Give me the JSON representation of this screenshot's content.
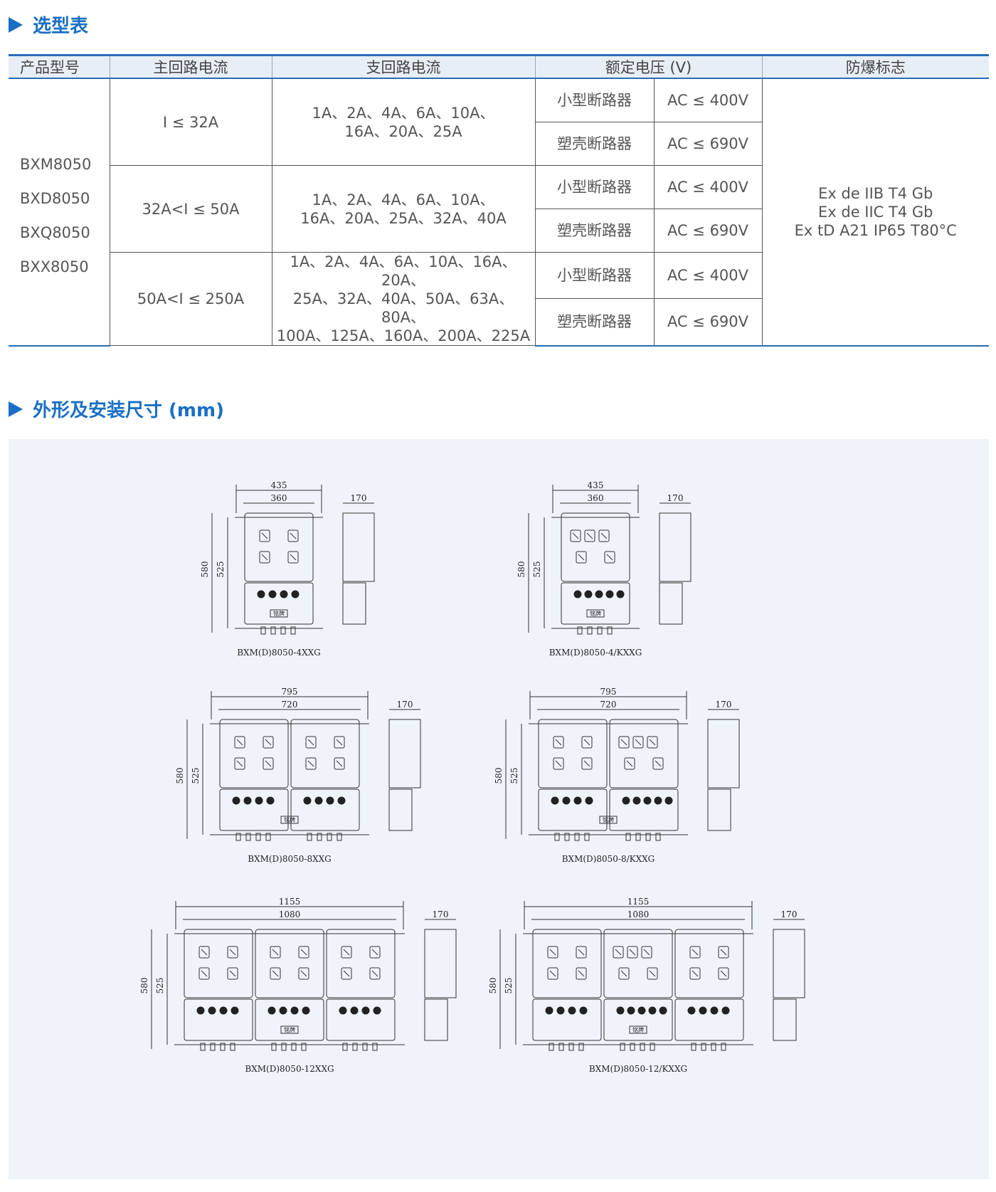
{
  "section1": {
    "title": "选型表"
  },
  "section2": {
    "title": "外形及安装尺寸 (mm)"
  },
  "table": {
    "headers": [
      "产品型号",
      "主回路电流",
      "支回路电流",
      "额定电压 (V)",
      "防爆标志"
    ],
    "models": [
      "BXM8050",
      "BXD8050",
      "BXQ8050",
      "BXX8050"
    ],
    "groups": [
      {
        "main": "I ≤ 32A",
        "branch_lines": [
          "1A、2A、4A、6A、10A、",
          "16A、20A、25A"
        ]
      },
      {
        "main": "32A<I ≤ 50A",
        "branch_lines": [
          "1A、2A、4A、6A、10A、",
          "16A、20A、25A、32A、40A"
        ]
      },
      {
        "main": "50A<I ≤ 250A",
        "branch_lines": [
          "1A、2A、4A、6A、10A、16A、20A、",
          "25A、32A、40A、50A、63A、80A、",
          "100A、125A、160A、200A、225A"
        ]
      }
    ],
    "breakers": [
      {
        "type": "小型断路器",
        "voltage": "AC ≤ 400V"
      },
      {
        "type": "塑壳断路器",
        "voltage": "AC ≤ 690V"
      }
    ],
    "ex_marks": [
      "Ex de IIB T4 Gb",
      "Ex de IIC T4 Gb",
      "Ex tD A21 IP65 T80°C"
    ]
  },
  "drawings": [
    {
      "caption": "BXM(D)8050-4XXG",
      "overall": "435",
      "mount": "360",
      "height": "580",
      "mount_h": "525",
      "depth": "170",
      "modules": 1,
      "special": false
    },
    {
      "caption": "BXM(D)8050-4/KXXG",
      "overall": "435",
      "mount": "360",
      "height": "580",
      "mount_h": "525",
      "depth": "170",
      "modules": 1,
      "special": true
    },
    {
      "caption": "BXM(D)8050-8XXG",
      "overall": "795",
      "mount": "720",
      "height": "580",
      "mount_h": "525",
      "depth": "170",
      "modules": 2,
      "special": false
    },
    {
      "caption": "BXM(D)8050-8/KXXG",
      "overall": "795",
      "mount": "720",
      "height": "580",
      "mount_h": "525",
      "depth": "170",
      "modules": 2,
      "special": true
    },
    {
      "caption": "BXM(D)8050-12XXG",
      "overall": "1155",
      "mount": "1080",
      "height": "580",
      "mount_h": "525",
      "depth": "170",
      "modules": 3,
      "special": false
    },
    {
      "caption": "BXM(D)8050-12/KXXG",
      "overall": "1155",
      "mount": "1080",
      "height": "580",
      "mount_h": "525",
      "depth": "170",
      "modules": 3,
      "special": true
    }
  ],
  "nameplate_text": "铭牌",
  "colors": {
    "accent": "#1a6fc4",
    "header_bg": "#e8eef5",
    "panel_bg": "#eef4fa"
  }
}
